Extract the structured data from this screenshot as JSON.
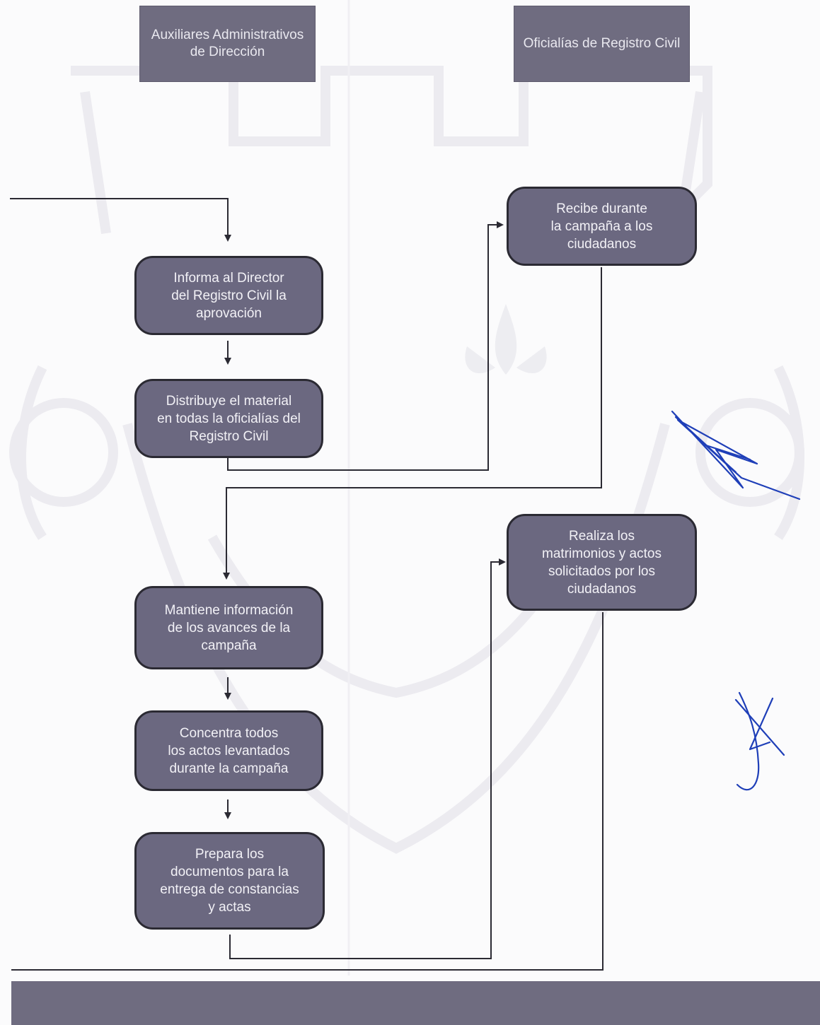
{
  "lanes": {
    "left_header": "Auxiliares Administrativos\nde Dirección",
    "right_header": "Oficialías de Registro Civil"
  },
  "steps": {
    "informa": "Informa al Director\ndel Registro Civil la\naprovación",
    "distribuye": "Distribuye el material\nen todas la oficialías del\nRegistro Civil",
    "recibe": "Recibe durante\nla campaña a los\nciudadanos",
    "mantiene": "Mantiene información\nde los avances de la\ncampaña",
    "concentra": "Concentra todos\nlos actos levantados\ndurante la campaña",
    "prepara": "Prepara los\ndocumentos para la\nentrega de constancias\ny actas",
    "realiza": "Realiza los\nmatrimonios y actos\nsolicitados por los\nciudadanos"
  },
  "colors": {
    "box_fill": "#6b6880",
    "box_border": "#2b2a33",
    "header_fill": "#6f6c80",
    "signature_ink": "#1f3fb8"
  }
}
